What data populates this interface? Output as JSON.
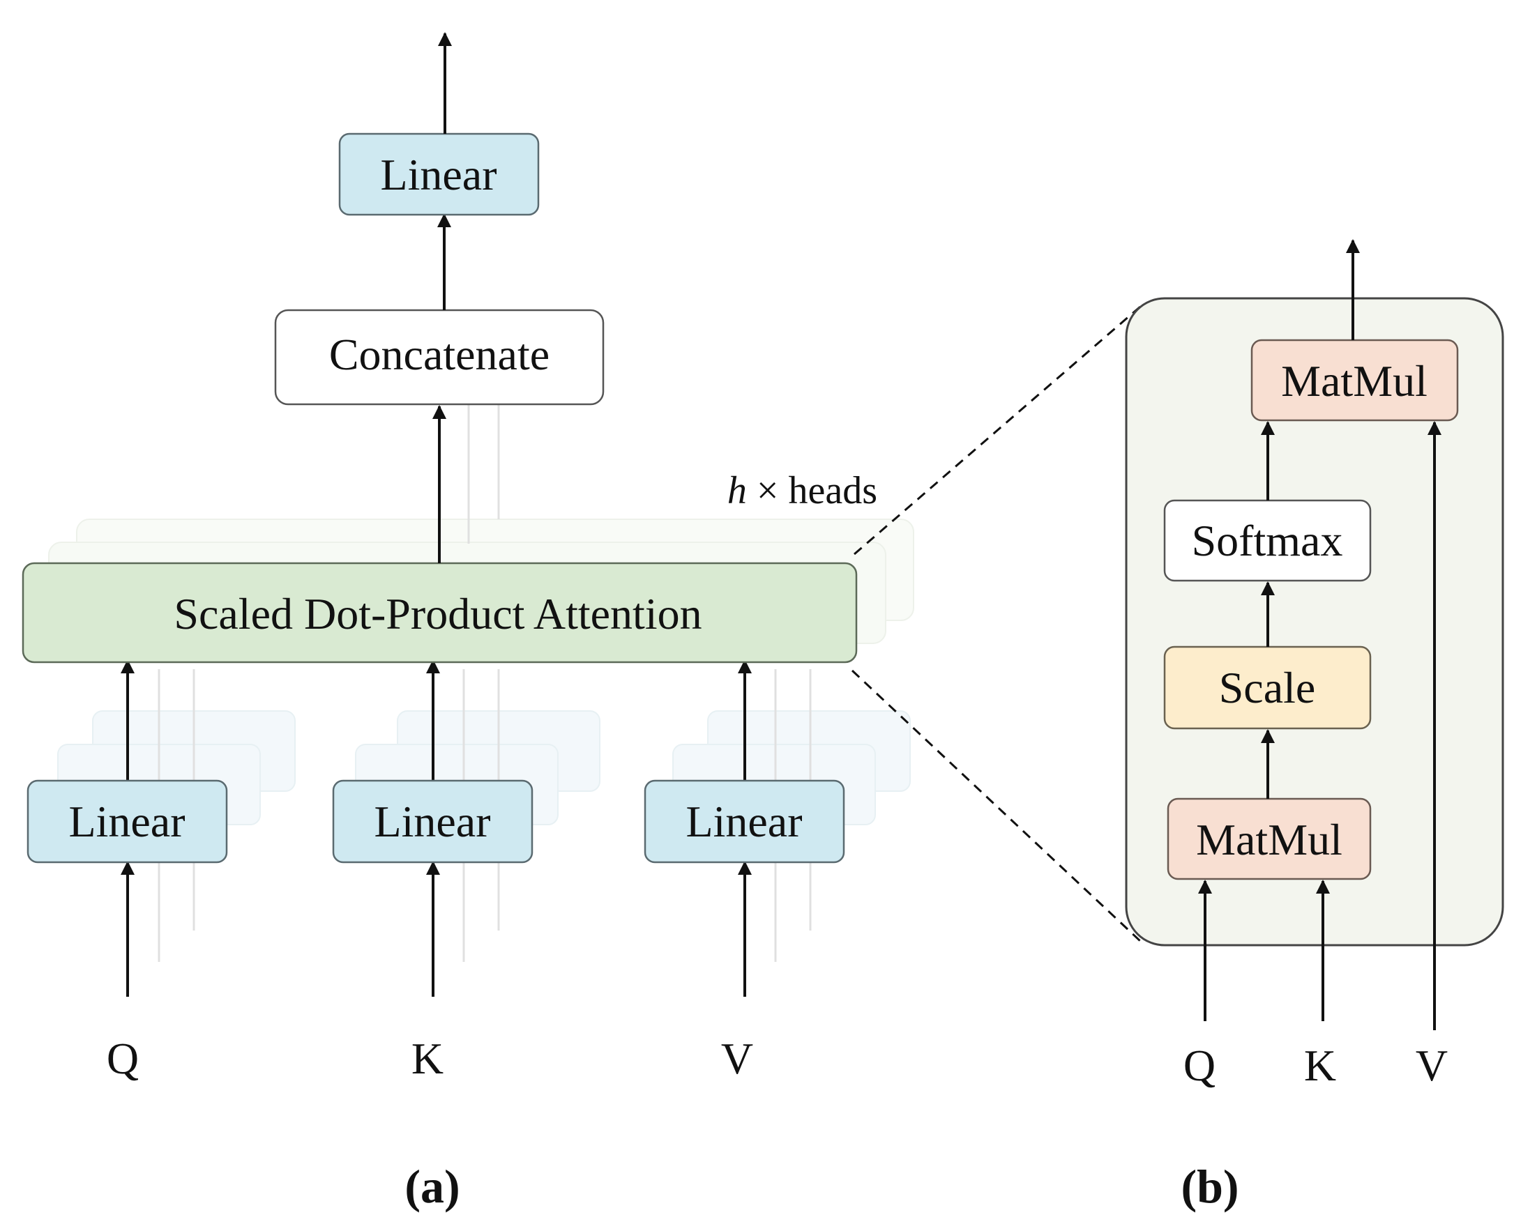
{
  "panel_a": {
    "inputs": [
      "Q",
      "K",
      "V"
    ],
    "input_linear_label": "Linear",
    "attention_label": "Scaled Dot-Product Attention",
    "heads_var": "h",
    "heads_rest": "× heads",
    "concat_label": "Concatenate",
    "output_linear_label": "Linear",
    "caption": "(a)"
  },
  "panel_b": {
    "matmul_bottom_label": "MatMul",
    "scale_label": "Scale",
    "softmax_label": "Softmax",
    "matmul_top_label": "MatMul",
    "inputs": [
      "Q",
      "K",
      "V"
    ],
    "caption": "(b)"
  },
  "colors": {
    "linear_fill": "#cfe9f1",
    "attention_fill": "#d9ead2",
    "matmul_fill": "#f8dfd2",
    "scale_fill": "#fdedcc",
    "softmax_fill": "#ffffff",
    "panel_b_fill": "#f3f5ee"
  }
}
